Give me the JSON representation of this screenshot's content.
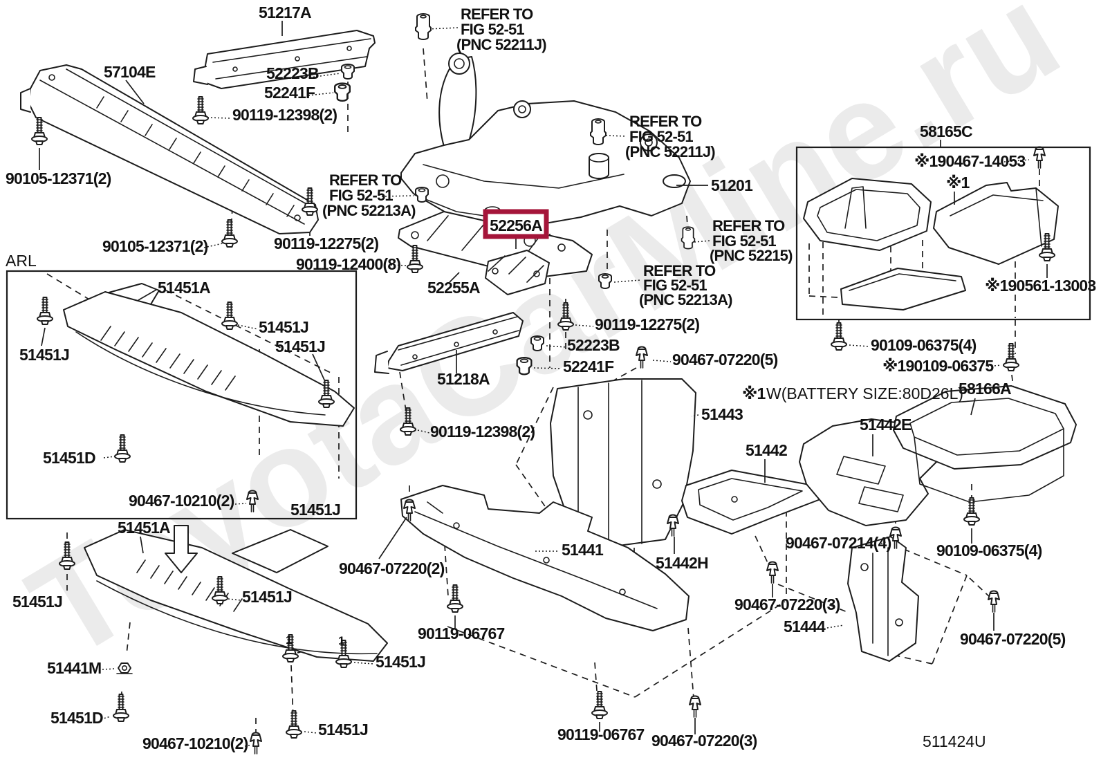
{
  "diagram": {
    "watermark": "ToyotaCarMine.ru",
    "sheet_code": "511424U",
    "region_label": "ARL",
    "highlighted_part": "52256A",
    "colors": {
      "highlight_box": "#a5153a",
      "line": "#1c1c1c",
      "watermark": "#ebebeb"
    }
  },
  "labels": [
    {
      "id": "51217a",
      "text": "51217A"
    },
    {
      "id": "57104e",
      "text": "57104E"
    },
    {
      "id": "52223b-top",
      "text": "52223B"
    },
    {
      "id": "52241f-top",
      "text": "52241F"
    },
    {
      "id": "90119-12398-top",
      "text": "90119-12398(2)"
    },
    {
      "id": "90105-12371-a",
      "text": "90105-12371(2)"
    },
    {
      "id": "90105-12371-b",
      "text": "90105-12371(2)"
    },
    {
      "id": "refer1-l1",
      "text": "REFER TO"
    },
    {
      "id": "refer1-l2",
      "text": "FIG 52-51"
    },
    {
      "id": "refer1-l3",
      "text": "(PNC 52211J)"
    },
    {
      "id": "refer2-l1",
      "text": "REFER TO"
    },
    {
      "id": "refer2-l2",
      "text": "FIG 52-51"
    },
    {
      "id": "refer2-l3",
      "text": "(PNC 52211J)"
    },
    {
      "id": "51201",
      "text": "51201"
    },
    {
      "id": "refer3-l1",
      "text": "REFER TO"
    },
    {
      "id": "refer3-l2",
      "text": "FIG 52-51"
    },
    {
      "id": "refer3-l3",
      "text": "(PNC 52213A)"
    },
    {
      "id": "90119-12275-a",
      "text": "90119-12275(2)"
    },
    {
      "id": "90119-12400",
      "text": "90119-12400(8)"
    },
    {
      "id": "52256a",
      "text": "52256A"
    },
    {
      "id": "52255a",
      "text": "52255A"
    },
    {
      "id": "refer4-l1",
      "text": "REFER TO"
    },
    {
      "id": "refer4-l2",
      "text": "FIG 52-51"
    },
    {
      "id": "refer4-l3",
      "text": "(PNC 52215)"
    },
    {
      "id": "refer5-l1",
      "text": "REFER TO"
    },
    {
      "id": "refer5-l2",
      "text": "FIG 52-51"
    },
    {
      "id": "refer5-l3",
      "text": "(PNC 52213A)"
    },
    {
      "id": "90119-12275-b",
      "text": "90119-12275(2)"
    },
    {
      "id": "52223b-b",
      "text": "52223B"
    },
    {
      "id": "52241f-b",
      "text": "52241F"
    },
    {
      "id": "90467-07220-5a",
      "text": "90467-07220(5)"
    },
    {
      "id": "58165c",
      "text": "58165C"
    },
    {
      "id": "note-90467-14053",
      "text": "※190467-14053"
    },
    {
      "id": "note-x1-box",
      "text": "※1"
    },
    {
      "id": "note-90561-13003",
      "text": "※190561-13003"
    },
    {
      "id": "90109-06375-4a",
      "text": "90109-06375(4)"
    },
    {
      "id": "note-90109-06375",
      "text": "※190109-06375"
    },
    {
      "id": "58166a",
      "text": "58166A"
    },
    {
      "id": "51442e",
      "text": "51442E"
    },
    {
      "id": "51442",
      "text": "51442"
    },
    {
      "id": "note-x1",
      "text": "※1"
    },
    {
      "id": "battery-note",
      "text": "W(BATTERY SIZE:80D26L)"
    },
    {
      "id": "51443",
      "text": "51443"
    },
    {
      "id": "51441",
      "text": "51441"
    },
    {
      "id": "51442h",
      "text": "51442H"
    },
    {
      "id": "90467-07220-2",
      "text": "90467-07220(2)"
    },
    {
      "id": "90119-06767-a",
      "text": "90119-06767"
    },
    {
      "id": "51451a-box",
      "text": "51451A"
    },
    {
      "id": "51451j-box-r1",
      "text": "51451J"
    },
    {
      "id": "51451j-box-r2",
      "text": "51451J"
    },
    {
      "id": "51451j-box-l",
      "text": "51451J"
    },
    {
      "id": "51451d-box",
      "text": "51451D"
    },
    {
      "id": "90467-10210-box",
      "text": "90467-10210(2)"
    },
    {
      "id": "51451j-box-bottom",
      "text": "51451J"
    },
    {
      "id": "arl",
      "text": "ARL"
    },
    {
      "id": "51451a-lower",
      "text": "51451A"
    },
    {
      "id": "51451j-ll",
      "text": "51451J"
    },
    {
      "id": "51451j-lm",
      "text": "51451J"
    },
    {
      "id": "51441m",
      "text": "51441M"
    },
    {
      "id": "51451d-b",
      "text": "51451D"
    },
    {
      "id": "90467-10210-b",
      "text": "90467-10210(2)"
    },
    {
      "id": "51451j-bm1",
      "text": "51451J"
    },
    {
      "id": "51451j-bm2",
      "text": "51451J"
    },
    {
      "id": "90119-06767-b",
      "text": "90119-06767"
    },
    {
      "id": "90467-07220-3bm",
      "text": "90467-07220(3)"
    },
    {
      "id": "90467-07214-4",
      "text": "90467-07214(4)"
    },
    {
      "id": "90109-06375-4b",
      "text": "90109-06375(4)"
    },
    {
      "id": "51444",
      "text": "51444"
    },
    {
      "id": "90467-07220-5b",
      "text": "90467-07220(5)"
    },
    {
      "id": "90467-07220-3r",
      "text": "90467-07220(3)"
    },
    {
      "id": "sheet-code",
      "text": "511424U"
    },
    {
      "id": "51218a",
      "text": "51218A"
    },
    {
      "id": "90119-12398-b",
      "text": "90119-12398(2)"
    },
    {
      "id": "callout-1a",
      "text": "1"
    },
    {
      "id": "callout-1b",
      "text": "1"
    }
  ]
}
